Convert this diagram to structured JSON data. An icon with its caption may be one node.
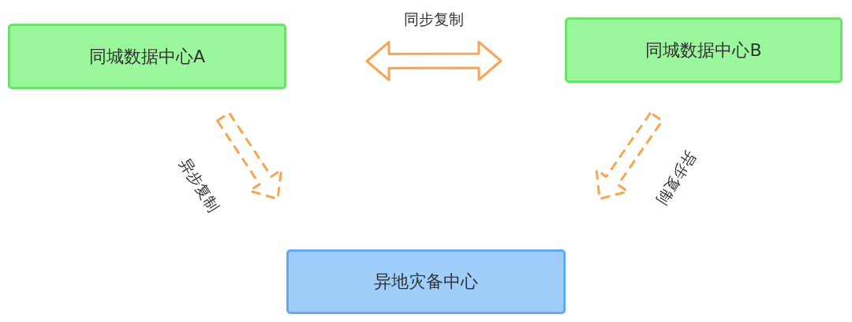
{
  "diagram": {
    "nodes": [
      {
        "text": [
          "同城数据中心A"
        ]
      },
      {
        "text": [
          "同城数据中心B"
        ]
      },
      {
        "text": [
          "异地灾备中心"
        ]
      }
    ],
    "edges": [
      {
        "from": 0,
        "to": 1,
        "arrow": "both",
        "label": "同步复制"
      },
      {
        "from": 0,
        "to": 2,
        "arrow": "to",
        "label": "异步复制",
        "style": "dashed"
      },
      {
        "from": 1,
        "to": 2,
        "arrow": "to",
        "label": "异步复制",
        "style": "dashed"
      }
    ]
  }
}
